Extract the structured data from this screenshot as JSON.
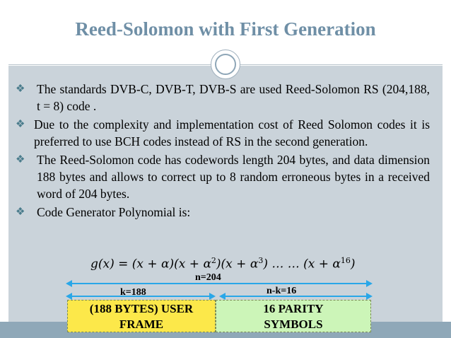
{
  "slide": {
    "title": "Reed-Solomon with First Generation",
    "bullets": [
      "The standards DVB-C, DVB-T, DVB-S are used Reed-Solomon RS (204,188, t = 8) code .",
      "Due to the complexity and implementation cost of Reed Solomon codes it is preferred to use BCH codes instead of RS in the second generation.",
      "The Reed-Solomon code has codewords length 204 bytes, and data dimension 188 bytes and allows to correct up to 8 random erroneous bytes in a received word of 204 bytes.",
      "Code Generator Polynomial is:"
    ],
    "formula": {
      "lhs": "g(x) = (x + α)(x + α",
      "p2": "2",
      "mid1": ")(x + α",
      "p3": "3",
      "mid2": ") … … (x + α",
      "p16": "16",
      "end": ")"
    },
    "diagram": {
      "n_label": "n=204",
      "k_label": "k=188",
      "nk_label": "n-k=16",
      "user_box_line1": "(188 BYTES) USER",
      "user_box_line2": "FRAME",
      "parity_box_line1": "16 PARITY",
      "parity_box_line2": "SYMBOLS"
    }
  },
  "colors": {
    "title": "#6f8fa6",
    "panel": "#cad3da",
    "bar": "#8fa8b8",
    "arrow": "#29a7e8",
    "user_box": "#fce84a",
    "parity_box": "#ccf5b8"
  },
  "icons": {
    "bullet": "diamond-bullet-icon"
  }
}
